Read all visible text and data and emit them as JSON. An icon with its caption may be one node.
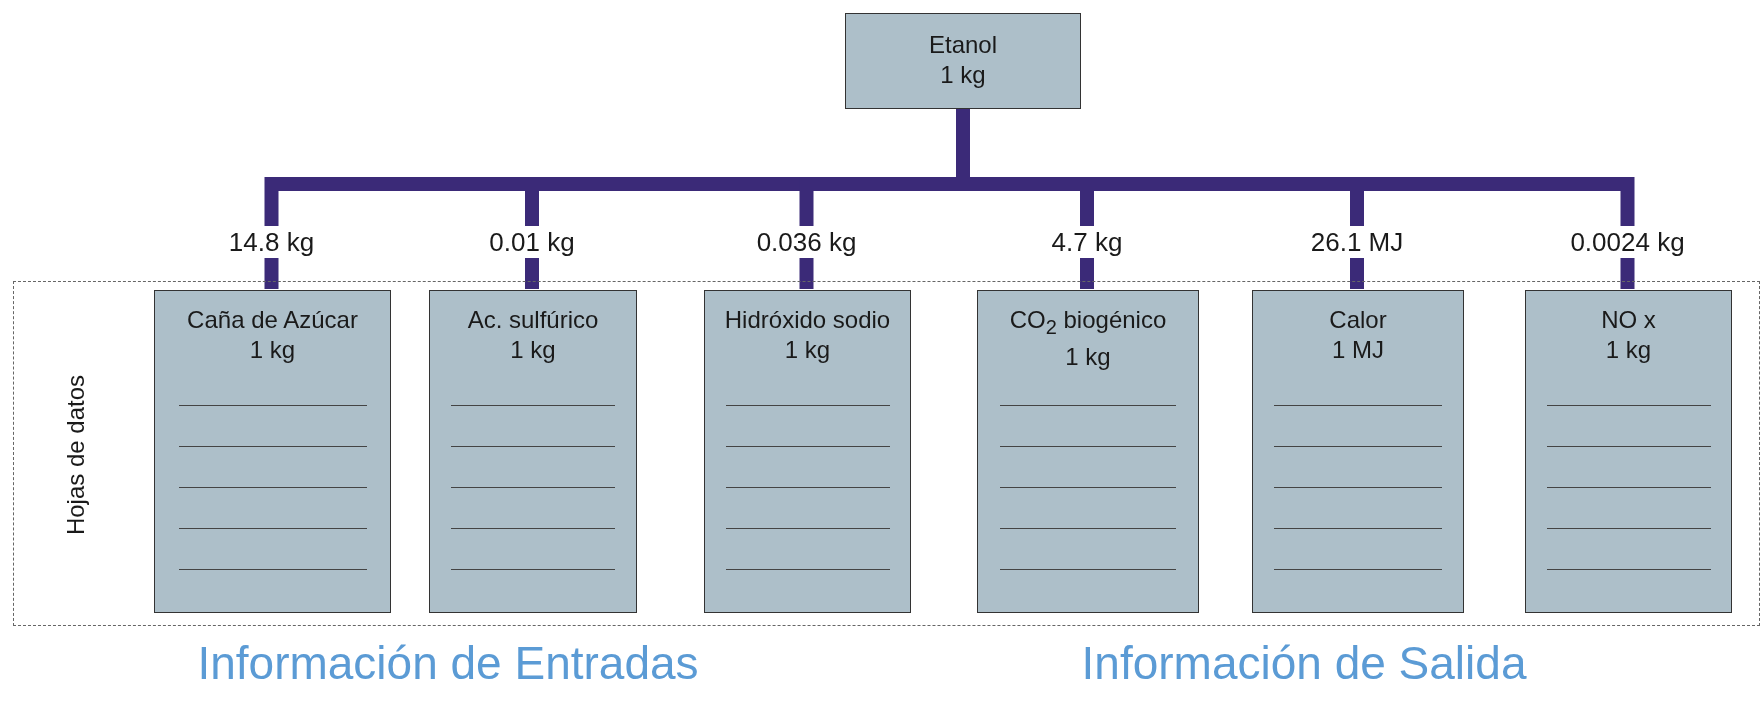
{
  "diagram": {
    "nodes": [
      {
        "text": [
          "Etanol",
          "1 kg"
        ]
      },
      {
        "text": [
          "Hojas de datos"
        ]
      },
      {
        "text": [
          "Caña de Azúcar",
          "1 kg"
        ],
        "in": 1
      },
      {
        "text": [
          "Ac. sulfúrico",
          "1 kg"
        ],
        "in": 1
      },
      {
        "text": [
          "Hidróxido sodio",
          "1 kg"
        ],
        "in": 1
      },
      {
        "text": [
          "CO$_{2}$ biogénico",
          "1 kg"
        ],
        "in": 1
      },
      {
        "text": [
          "Calor",
          "1 MJ"
        ],
        "in": 1
      },
      {
        "text": [
          "NO x",
          "1 kg"
        ],
        "in": 1
      }
    ],
    "edges": [
      {
        "from": 0,
        "to": 2,
        "arrow": "none",
        "label": "14.8 kg"
      },
      {
        "from": 0,
        "to": 3,
        "arrow": "none",
        "label": "0.01 kg"
      },
      {
        "from": 0,
        "to": 4,
        "arrow": "none",
        "label": "0.036 kg"
      },
      {
        "from": 0,
        "to": 5,
        "arrow": "none",
        "label": "4.7 kg"
      },
      {
        "from": 0,
        "to": 6,
        "arrow": "none",
        "label": "26.1 MJ"
      },
      {
        "from": 0,
        "to": 7,
        "arrow": "none",
        "label": "0.0024 kg"
      }
    ],
    "labels": [
      "Información de Entradas",
      "Información de Salida"
    ]
  }
}
